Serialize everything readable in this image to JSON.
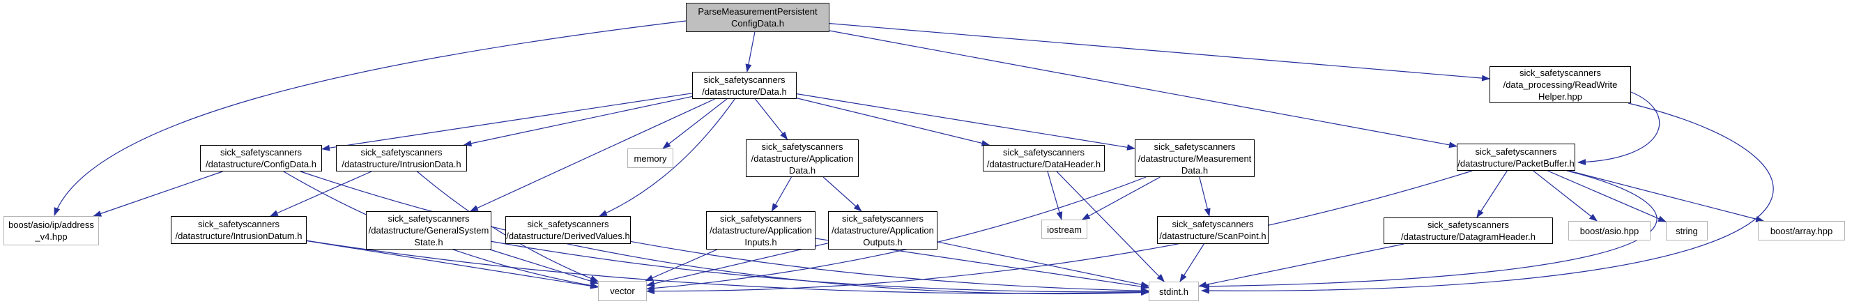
{
  "diagram": {
    "type": "include-dependency-graph",
    "colors": {
      "edge": "#26309c",
      "root_fill": "#bfbfbf",
      "internal_border": "#000000",
      "external_border": "#b4b4b4",
      "background": "#ffffff"
    },
    "nodes": [
      {
        "id": "root",
        "label": "ParseMeasurementPersistent\nConfigData.h",
        "kind": "root"
      },
      {
        "id": "data_h",
        "label": "sick_safetyscanners\n/datastructure/Data.h",
        "kind": "internal"
      },
      {
        "id": "readwrite",
        "label": "sick_safetyscanners\n/data_processing/ReadWrite\nHelper.hpp",
        "kind": "internal"
      },
      {
        "id": "configdata",
        "label": "sick_safetyscanners\n/datastructure/ConfigData.h",
        "kind": "internal"
      },
      {
        "id": "intrusiondata",
        "label": "sick_safetyscanners\n/datastructure/IntrusionData.h",
        "kind": "internal"
      },
      {
        "id": "memory",
        "label": "memory",
        "kind": "system"
      },
      {
        "id": "appdata",
        "label": "sick_safetyscanners\n/datastructure/Application\nData.h",
        "kind": "internal"
      },
      {
        "id": "dataheader",
        "label": "sick_safetyscanners\n/datastructure/DataHeader.h",
        "kind": "internal"
      },
      {
        "id": "measdata",
        "label": "sick_safetyscanners\n/datastructure/Measurement\nData.h",
        "kind": "internal"
      },
      {
        "id": "packetbuffer",
        "label": "sick_safetyscanners\n/datastructure/PacketBuffer.h",
        "kind": "internal"
      },
      {
        "id": "addr_v4",
        "label": "boost/asio/ip/address\n_v4.hpp",
        "kind": "system"
      },
      {
        "id": "intrusiondatum",
        "label": "sick_safetyscanners\n/datastructure/IntrusionDatum.h",
        "kind": "internal"
      },
      {
        "id": "generalsystemstate",
        "label": "sick_safetyscanners\n/datastructure/GeneralSystem\nState.h",
        "kind": "internal"
      },
      {
        "id": "derivedvalues",
        "label": "sick_safetyscanners\n/datastructure/DerivedValues.h",
        "kind": "internal"
      },
      {
        "id": "appinputs",
        "label": "sick_safetyscanners\n/datastructure/Application\nInputs.h",
        "kind": "internal"
      },
      {
        "id": "appoutputs",
        "label": "sick_safetyscanners\n/datastructure/Application\nOutputs.h",
        "kind": "internal"
      },
      {
        "id": "iostream",
        "label": "iostream",
        "kind": "system"
      },
      {
        "id": "scanpoint",
        "label": "sick_safetyscanners\n/datastructure/ScanPoint.h",
        "kind": "internal"
      },
      {
        "id": "datagramheader",
        "label": "sick_safetyscanners\n/datastructure/DatagramHeader.h",
        "kind": "internal"
      },
      {
        "id": "boost_asio",
        "label": "boost/asio.hpp",
        "kind": "system"
      },
      {
        "id": "string",
        "label": "string",
        "kind": "system"
      },
      {
        "id": "boost_array",
        "label": "boost/array.hpp",
        "kind": "system"
      },
      {
        "id": "vector",
        "label": "vector",
        "kind": "system"
      },
      {
        "id": "stdint",
        "label": "stdint.h",
        "kind": "system"
      }
    ],
    "edges": [
      {
        "from": "root",
        "to": "data_h"
      },
      {
        "from": "root",
        "to": "addr_v4"
      },
      {
        "from": "root",
        "to": "readwrite"
      },
      {
        "from": "root",
        "to": "packetbuffer"
      },
      {
        "from": "data_h",
        "to": "memory"
      },
      {
        "from": "data_h",
        "to": "configdata"
      },
      {
        "from": "data_h",
        "to": "intrusiondata"
      },
      {
        "from": "data_h",
        "to": "appdata"
      },
      {
        "from": "data_h",
        "to": "dataheader"
      },
      {
        "from": "data_h",
        "to": "measdata"
      },
      {
        "from": "data_h",
        "to": "generalsystemstate"
      },
      {
        "from": "data_h",
        "to": "derivedvalues"
      },
      {
        "from": "readwrite",
        "to": "stdint"
      },
      {
        "from": "readwrite",
        "to": "packetbuffer"
      },
      {
        "from": "configdata",
        "to": "addr_v4"
      },
      {
        "from": "configdata",
        "to": "vector"
      },
      {
        "from": "configdata",
        "to": "stdint"
      },
      {
        "from": "intrusiondata",
        "to": "intrusiondatum"
      },
      {
        "from": "intrusiondata",
        "to": "vector"
      },
      {
        "from": "appdata",
        "to": "appinputs"
      },
      {
        "from": "appdata",
        "to": "appoutputs"
      },
      {
        "from": "dataheader",
        "to": "stdint"
      },
      {
        "from": "dataheader",
        "to": "iostream"
      },
      {
        "from": "measdata",
        "to": "scanpoint"
      },
      {
        "from": "measdata",
        "to": "vector"
      },
      {
        "from": "measdata",
        "to": "iostream"
      },
      {
        "from": "packetbuffer",
        "to": "datagramheader"
      },
      {
        "from": "packetbuffer",
        "to": "boost_asio"
      },
      {
        "from": "packetbuffer",
        "to": "string"
      },
      {
        "from": "packetbuffer",
        "to": "boost_array"
      },
      {
        "from": "packetbuffer",
        "to": "vector"
      },
      {
        "from": "packetbuffer",
        "to": "stdint"
      },
      {
        "from": "intrusiondatum",
        "to": "stdint"
      },
      {
        "from": "intrusiondatum",
        "to": "vector"
      },
      {
        "from": "generalsystemstate",
        "to": "stdint"
      },
      {
        "from": "generalsystemstate",
        "to": "vector"
      },
      {
        "from": "derivedvalues",
        "to": "stdint"
      },
      {
        "from": "appinputs",
        "to": "stdint"
      },
      {
        "from": "appinputs",
        "to": "vector"
      },
      {
        "from": "appoutputs",
        "to": "stdint"
      },
      {
        "from": "appoutputs",
        "to": "vector"
      },
      {
        "from": "scanpoint",
        "to": "stdint"
      },
      {
        "from": "datagramheader",
        "to": "stdint"
      }
    ]
  }
}
